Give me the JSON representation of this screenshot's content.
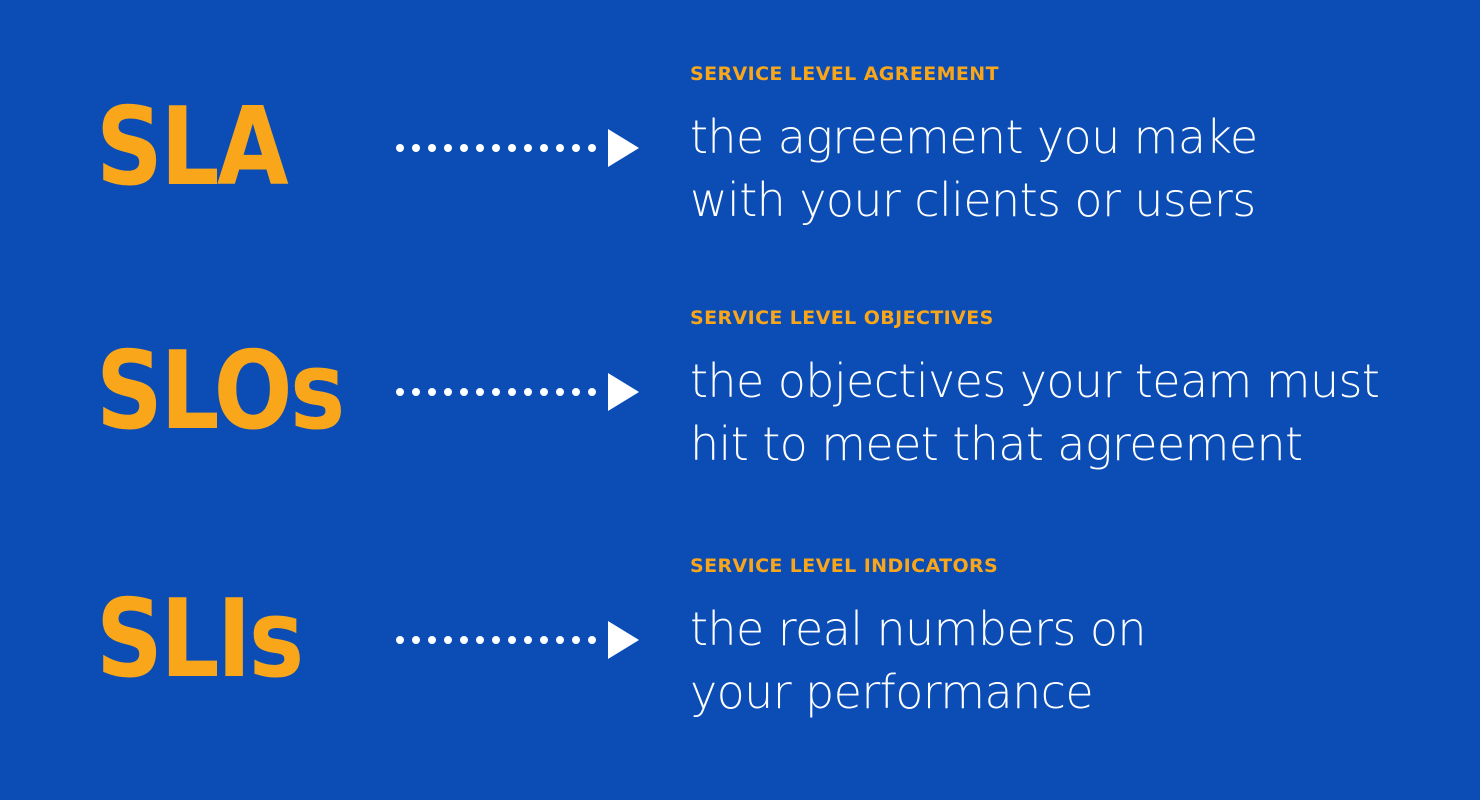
{
  "theme": {
    "background_color": "#0b4db5",
    "accent_color": "#f9a61a",
    "text_color": "#ffffff"
  },
  "connector": {
    "icon": "dotted-arrow-right-icon",
    "dot_count": 13,
    "arrowhead": "triangle-right"
  },
  "rows": [
    {
      "acronym": "SLA",
      "kicker": "SERVICE LEVEL AGREEMENT",
      "description": "the agreement you make\nwith your clients or users"
    },
    {
      "acronym": "SLOs",
      "kicker": "SERVICE LEVEL OBJECTIVES",
      "description": "the objectives your team must\nhit to meet that agreement"
    },
    {
      "acronym": "SLIs",
      "kicker": "SERVICE LEVEL INDICATORS",
      "description": "the real numbers on\nyour performance"
    }
  ]
}
